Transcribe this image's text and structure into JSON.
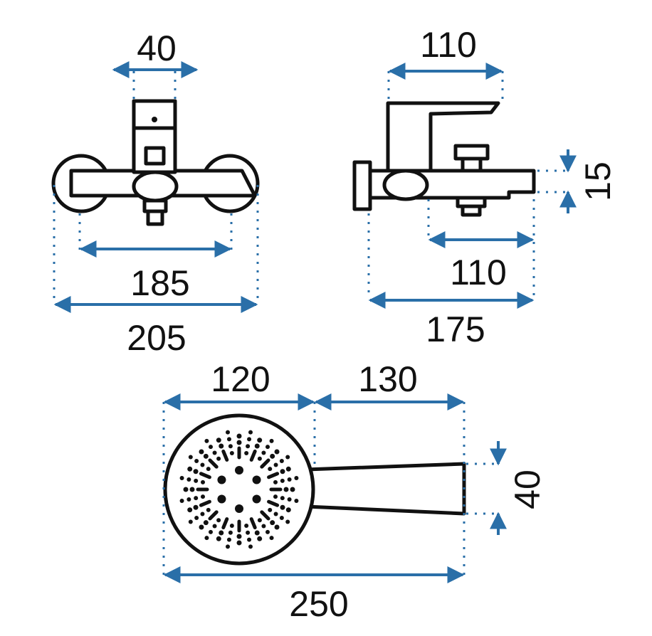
{
  "colors": {
    "dimension": "#2a6fa8",
    "outline": "#111111"
  },
  "front_view": {
    "top_width": "40",
    "inner_width": "185",
    "outer_width": "205"
  },
  "side_view": {
    "handle_length": "110",
    "height": "15",
    "spout_length": "110",
    "depth": "175"
  },
  "shower_head": {
    "head_width": "120",
    "handle_width": "130",
    "handle_height": "40",
    "total_length": "250"
  }
}
